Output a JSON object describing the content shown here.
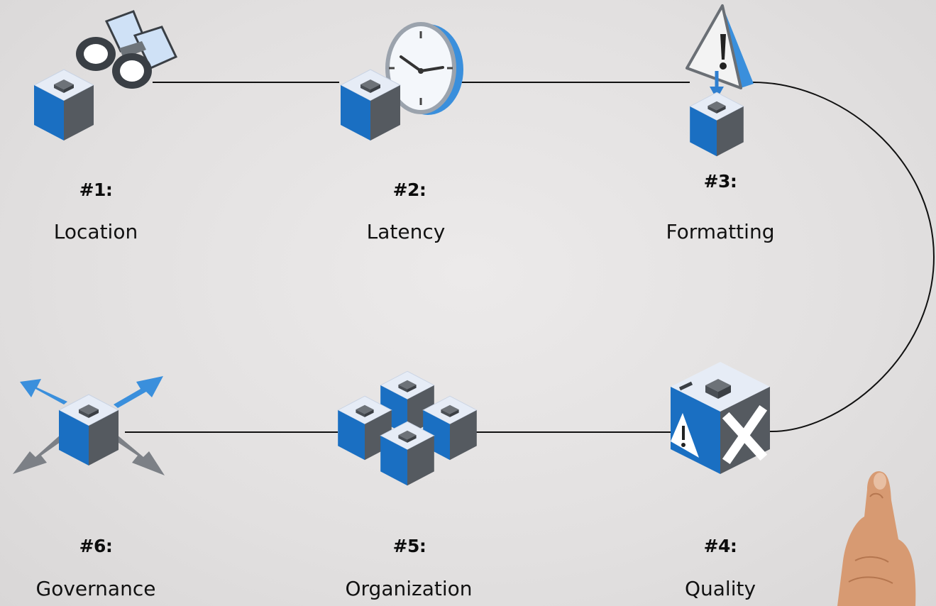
{
  "steps": [
    {
      "number": "#1:",
      "label": "Location",
      "icon": "binoculars-cube-icon"
    },
    {
      "number": "#2:",
      "label": "Latency",
      "icon": "clock-cube-icon"
    },
    {
      "number": "#3:",
      "label": "Formatting",
      "icon": "warning-cube-icon"
    },
    {
      "number": "#4:",
      "label": "Quality",
      "icon": "error-cube-icon"
    },
    {
      "number": "#5:",
      "label": "Organization",
      "icon": "cube-cluster-icon"
    },
    {
      "number": "#6:",
      "label": "Governance",
      "icon": "arrows-cube-icon"
    }
  ],
  "colors": {
    "cube_front": "#1a6fc2",
    "cube_side": "#555a60",
    "cube_top": "#e6ecf6",
    "accent_blue": "#3a8fdc",
    "arrow_gray": "#7c8086",
    "line": "#111111"
  }
}
